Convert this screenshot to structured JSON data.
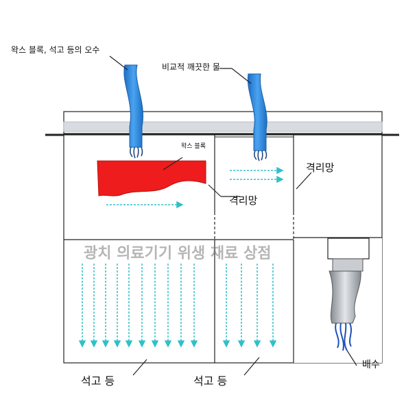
{
  "labels": {
    "wax_inflow": "왁스 블록, 석고 등의 오수",
    "clean_inflow": "비교적 깨끗한 물",
    "wax_block": "왁스 블록",
    "separator_right": "격리망",
    "separator_mid": "격리망",
    "gypsum_left": "석고 등",
    "gypsum_mid": "석고 등",
    "drain": "배수"
  },
  "watermark": "광치 의료기기 위생 재료 상점",
  "colors": {
    "water": "#2e86e0",
    "wax": "#ee1c1c",
    "flow_arrow": "#2fc0c8",
    "outline": "#222222",
    "rail": "#d8dbe0",
    "drain_hose": "#9aa0a6"
  }
}
